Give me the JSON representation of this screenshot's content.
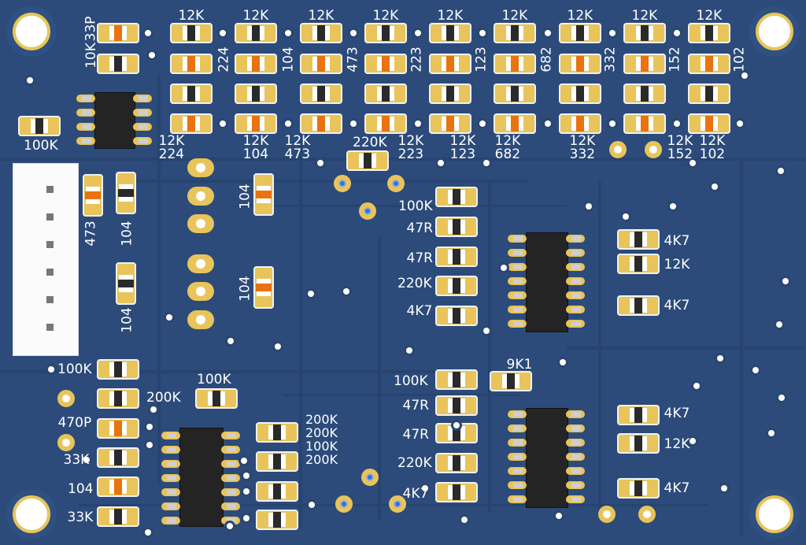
{
  "board": {
    "colors": {
      "soldermask": "#2c4b7a",
      "pad": "#e8c45a",
      "silkscreen": "#ffffff",
      "resistor_body": "#2a2a2a",
      "capacitor_body": "#e8730f"
    },
    "labels": [
      "12K",
      "12K",
      "12K",
      "12K",
      "12K",
      "12K",
      "12K",
      "12K",
      "12K",
      "224",
      "104",
      "473",
      "223",
      "123",
      "682",
      "332",
      "152",
      "102",
      "12K\n224",
      "12K\n104",
      "12K\n473",
      "220K",
      "12K\n223",
      "12K\n123",
      "12K\n682",
      "12K\n332",
      "12K\n152",
      "12K\n102",
      "33P",
      "10K",
      "100K",
      "473",
      "104",
      "104",
      "104",
      "104",
      "100K",
      "47R",
      "47R",
      "220K",
      "4K7",
      "4K7",
      "12K",
      "4K7",
      "9K1",
      "100K",
      "47R",
      "47R",
      "220K",
      "4K7",
      "4K7",
      "12K",
      "4K7",
      "100K",
      "200K",
      "470P",
      "33K",
      "104",
      "33K",
      "100K",
      "200K\n200K\n100K\n200K"
    ]
  }
}
